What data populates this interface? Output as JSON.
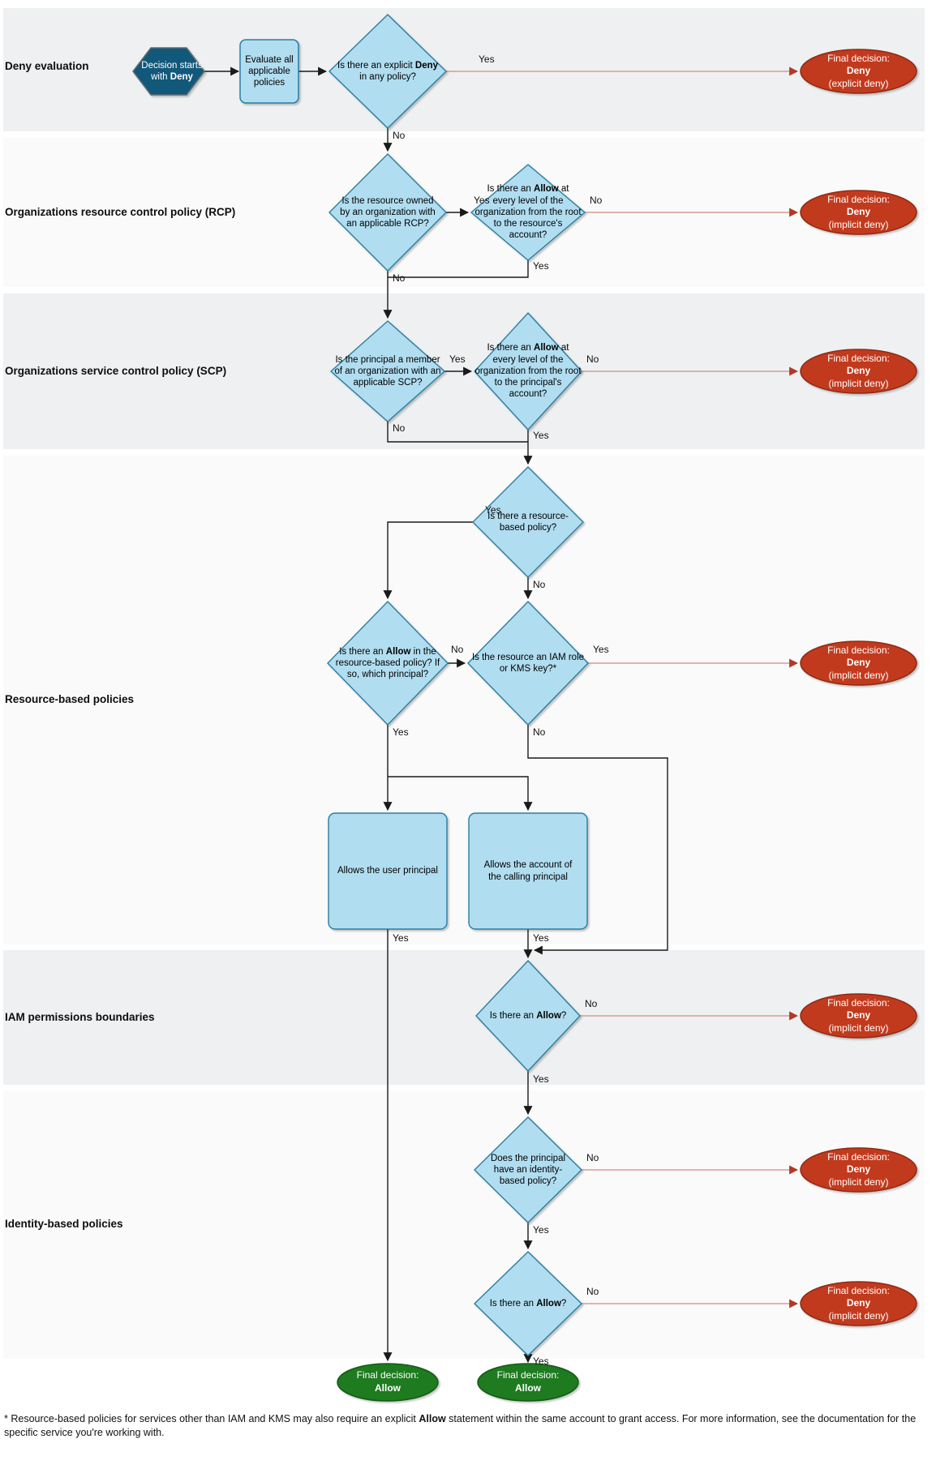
{
  "sections": [
    {
      "label": "Deny evaluation"
    },
    {
      "label": "Organizations resource control policy (RCP)"
    },
    {
      "label": "Organizations service control policy (SCP)"
    },
    {
      "label": "Resource-based policies"
    },
    {
      "label": "IAM permissions boundaries"
    },
    {
      "label": "Identity-based policies"
    }
  ],
  "labels": {
    "yes": "Yes",
    "no": "No"
  },
  "nodes": {
    "start_hex": {
      "pre": "Decision starts with ",
      "bold": "Deny",
      "post": ""
    },
    "evaluate_box": {
      "pre": "Evaluate all applicable policies",
      "bold": "",
      "post": ""
    },
    "explicit_deny_q": {
      "pre": "Is there an explicit ",
      "bold": "Deny",
      "post": " in any policy?"
    },
    "rcp_applicable_q": {
      "pre": "Is the resource owned by an organization with an applicable RCP?",
      "bold": "",
      "post": ""
    },
    "rcp_allow_q": {
      "pre": "Is there an ",
      "bold": "Allow",
      "post": " at every level of the organization from the root to the resource's account?"
    },
    "scp_applicable_q": {
      "pre": "Is the principal a member of an organization with an applicable SCP?",
      "bold": "",
      "post": ""
    },
    "scp_allow_q": {
      "pre": "Is there an ",
      "bold": "Allow",
      "post": " at every level of the organization from the root to the principal's account?"
    },
    "rbp_exists_q": {
      "pre": "Is there a resource-based policy?",
      "bold": "",
      "post": ""
    },
    "rbp_allow_q": {
      "pre": "Is there an ",
      "bold": "Allow",
      "post": " in the resource-based policy? If so, which principal?"
    },
    "iam_kms_q": {
      "pre": "Is the resource an IAM role or KMS key?*",
      "bold": "",
      "post": ""
    },
    "allows_user": {
      "pre": "Allows the user principal",
      "bold": "",
      "post": ""
    },
    "allows_account": {
      "pre": "Allows the account of the calling principal",
      "bold": "",
      "post": ""
    },
    "pb_allow_q": {
      "pre": "Is there an ",
      "bold": "Allow",
      "post": "?"
    },
    "idp_exists_q": {
      "pre": "Does the principal have an identity-based policy?",
      "bold": "",
      "post": ""
    },
    "idp_allow_q": {
      "pre": "Is there an ",
      "bold": "Allow",
      "post": "?"
    }
  },
  "terminals": {
    "deny_explicit": {
      "line1": "Final decision:",
      "line2": "Deny",
      "line3": "(explicit deny)"
    },
    "deny_implicit": {
      "line1": "Final decision:",
      "line2": "Deny",
      "line3": "(implicit deny)"
    },
    "allow": {
      "line1": "Final decision:",
      "line2": "Allow"
    }
  },
  "footnote": {
    "pre": "* Resource-based policies for services other than IAM and KMS may also require an explicit ",
    "bold": "Allow",
    "post": " statement within the same account to grant access. For more information, see the documentation for the specific service you're working with."
  },
  "colors": {
    "band_gray": "#eef0f1",
    "band_light": "#fafafa",
    "node_fill": "#b1ddf0",
    "node_stroke": "#2b7ea1",
    "start_fill": "#12587a",
    "deny_fill": "#c23a1d",
    "deny_stroke": "#8e2a12",
    "allow_fill": "#1e7b1f",
    "allow_stroke": "#145a15",
    "edge": "#1a1a1a",
    "deny_edge_line": "#d69c95",
    "deny_edge_arrow": "#b03a25"
  }
}
